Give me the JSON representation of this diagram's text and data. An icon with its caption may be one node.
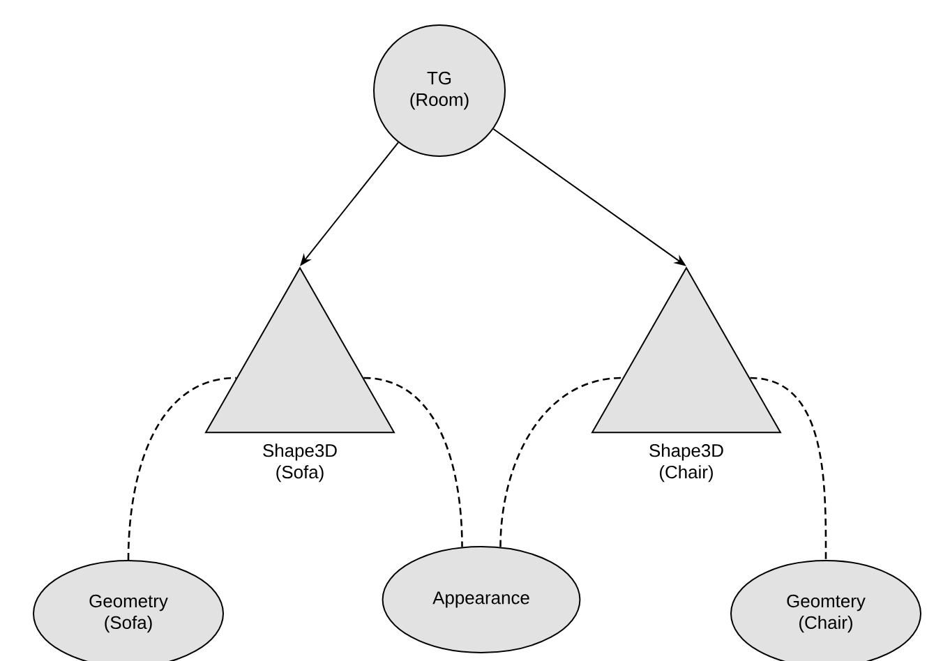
{
  "diagram": {
    "nodes": [
      {
        "text": [
          "TG (Room)"
        ]
      },
      {
        "text": [
          "Shape3D (Sofa)"
        ]
      },
      {
        "text": [
          "Shape3D (Chair)"
        ]
      },
      {
        "text": [
          "Geometry (Sofa)"
        ]
      },
      {
        "text": [
          "Appearance"
        ]
      },
      {
        "text": [
          "Geomtery (Chair)"
        ]
      }
    ],
    "edges": [
      {
        "from": 0,
        "to": 1,
        "arrow": "to"
      },
      {
        "from": 0,
        "to": 2,
        "arrow": "to"
      },
      {
        "from": 3,
        "to": 1,
        "arrow": "none",
        "style": "dashed"
      },
      {
        "from": 1,
        "to": 4,
        "arrow": "none",
        "style": "dashed"
      },
      {
        "from": 4,
        "to": 2,
        "arrow": "none",
        "style": "dashed"
      },
      {
        "from": 2,
        "to": 5,
        "arrow": "none",
        "style": "dashed"
      }
    ]
  }
}
